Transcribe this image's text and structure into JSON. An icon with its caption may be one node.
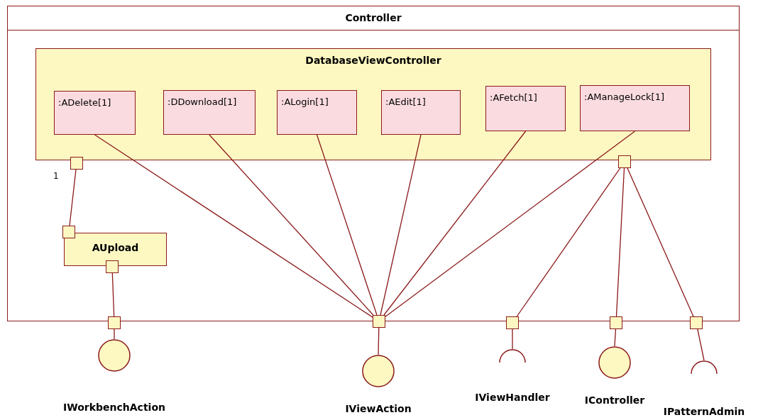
{
  "diagram": {
    "nodes": [
      {
        "text": [
          "Controller"
        ]
      },
      {
        "text": [
          "DatabaseViewController"
        ],
        "in": 0
      },
      {
        "text": [
          ":ADelete[1]"
        ],
        "in": 1
      },
      {
        "text": [
          ":DDownload[1]"
        ],
        "in": 1
      },
      {
        "text": [
          ":ALogin[1]"
        ],
        "in": 1
      },
      {
        "text": [
          ":AEdit[1]"
        ],
        "in": 1
      },
      {
        "text": [
          ":AFetch[1]"
        ],
        "in": 1
      },
      {
        "text": [
          ":AManageLock[1]"
        ],
        "in": 1
      },
      {
        "text": [],
        "shape": "box",
        "beside": [
          "1"
        ],
        "in": 0
      },
      {
        "text": [],
        "shape": "box",
        "in": 0
      },
      {
        "text": [
          "AUpload"
        ],
        "in": 0
      },
      {
        "text": [],
        "shape": "box",
        "in": 0
      },
      {
        "text": [],
        "shape": "box",
        "in": 0
      },
      {
        "text": [],
        "shape": "box"
      },
      {
        "text": [],
        "shape": "box"
      },
      {
        "text": [],
        "shape": "box"
      },
      {
        "text": [],
        "shape": "box"
      },
      {
        "text": [],
        "shape": "box"
      },
      {
        "text": [
          "IWorkbenchAction"
        ]
      },
      {
        "text": [
          "IViewAction"
        ]
      },
      {
        "text": [
          "IViewHandler"
        ]
      },
      {
        "text": [
          "IController"
        ]
      },
      {
        "text": [
          "IPatternAdmin"
        ]
      }
    ],
    "edges": [
      {
        "from": 8,
        "to": 11,
        "arrow": "none"
      },
      {
        "from": 12,
        "to": 13,
        "arrow": "none"
      },
      {
        "from": 2,
        "to": 14,
        "arrow": "none"
      },
      {
        "from": 3,
        "to": 14,
        "arrow": "none"
      },
      {
        "from": 4,
        "to": 14,
        "arrow": "none"
      },
      {
        "from": 5,
        "to": 14,
        "arrow": "none"
      },
      {
        "from": 6,
        "to": 14,
        "arrow": "none"
      },
      {
        "from": 7,
        "to": 14,
        "arrow": "none"
      },
      {
        "from": 9,
        "to": 15,
        "arrow": "none"
      },
      {
        "from": 9,
        "to": 16,
        "arrow": "none"
      },
      {
        "from": 9,
        "to": 17,
        "arrow": "none"
      },
      {
        "from": 13,
        "to": 18,
        "arrow": "none"
      },
      {
        "from": 14,
        "to": 19,
        "arrow": "none"
      },
      {
        "from": 15,
        "to": 20,
        "arrow": "none"
      },
      {
        "from": 16,
        "to": 21,
        "arrow": "none"
      },
      {
        "from": 17,
        "to": 22,
        "arrow": "none"
      }
    ]
  }
}
